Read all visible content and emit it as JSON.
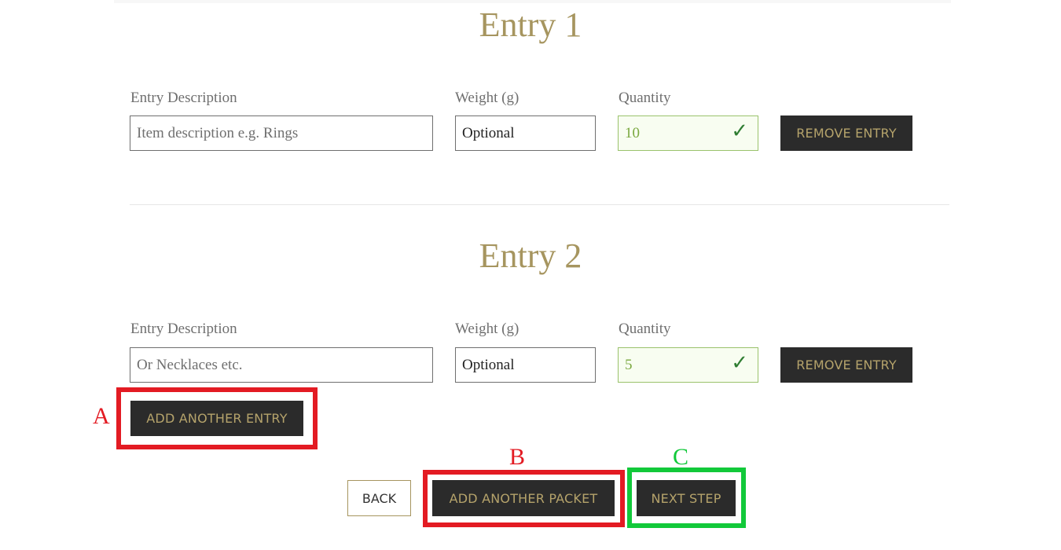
{
  "entries": [
    {
      "title": "Entry 1",
      "description_label": "Entry Description",
      "description_placeholder": "Item description e.g. Rings",
      "weight_label": "Weight (g)",
      "weight_placeholder": "Optional",
      "quantity_label": "Quantity",
      "quantity_value": "10",
      "remove_label": "REMOVE ENTRY"
    },
    {
      "title": "Entry 2",
      "description_label": "Entry Description",
      "description_placeholder": "Or Necklaces etc.",
      "weight_label": "Weight (g)",
      "weight_placeholder": "Optional",
      "quantity_label": "Quantity",
      "quantity_value": "5",
      "remove_label": "REMOVE ENTRY"
    }
  ],
  "buttons": {
    "add_entry": "ADD ANOTHER ENTRY",
    "back": "BACK",
    "add_packet": "ADD ANOTHER PACKET",
    "next_step": "NEXT STEP"
  },
  "annotations": {
    "a": "A",
    "b": "B",
    "c": "C"
  },
  "colors": {
    "accent_gold": "#a6955f",
    "button_dark": "#2b2b2b",
    "valid_green": "#2f7d32",
    "annotation_red": "#e31b23",
    "annotation_green": "#12c93a"
  },
  "icons": {
    "quantity_valid": "checkmark-icon"
  }
}
